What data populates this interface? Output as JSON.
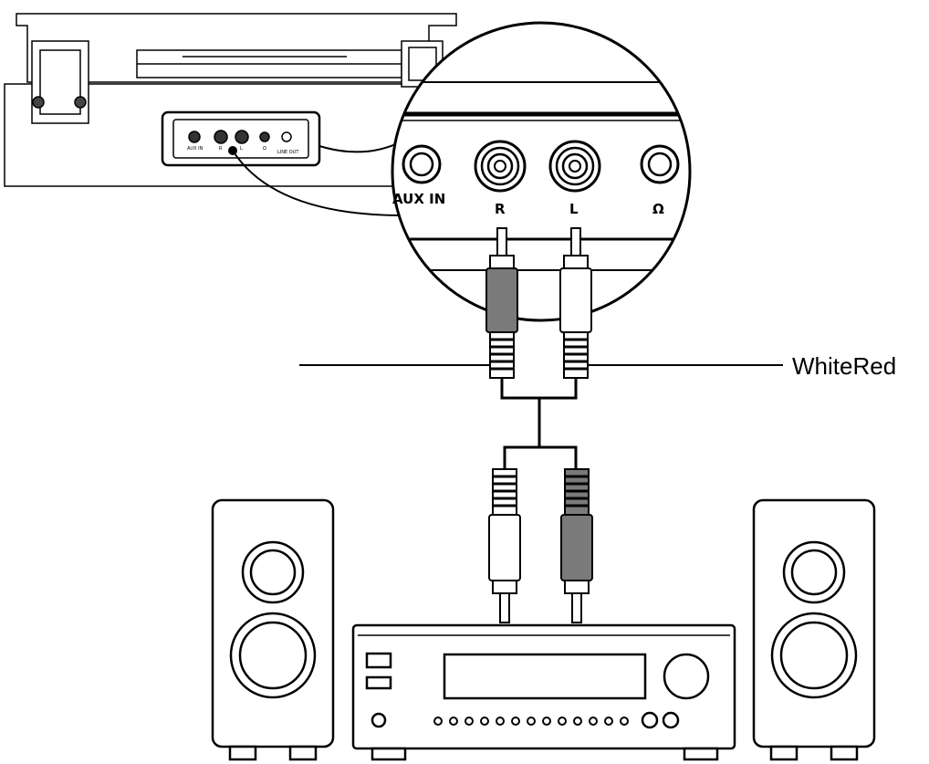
{
  "turntable": {
    "panel_labels": [
      "AUX IN",
      "R",
      "L",
      "Ω"
    ],
    "mini_labels": [
      "AUX IN",
      "R",
      "L",
      "Ω",
      "LINE OUT"
    ]
  },
  "callout": {
    "text": "WhiteRed"
  },
  "colors": {
    "line": "#000000",
    "red_plug": "#7a7a7a",
    "white_plug": "#ffffff",
    "background": "#ffffff"
  }
}
